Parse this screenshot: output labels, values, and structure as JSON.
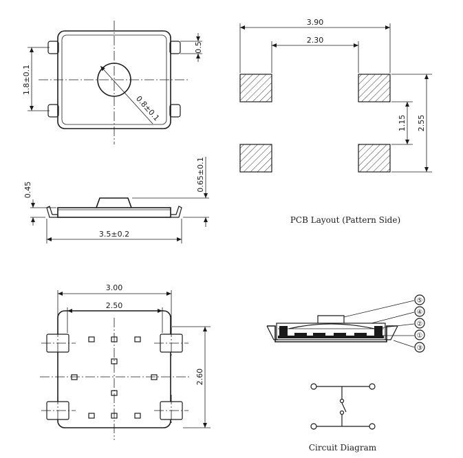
{
  "top_view": {
    "dim_height": "1.8±0.1",
    "dim_pin_width": "0.5",
    "dim_actuator": "0.8±0.1"
  },
  "side_view": {
    "dim_base_height": "0.45",
    "dim_total_height": "0.65±0.1",
    "dim_length": "3.5±0.2"
  },
  "pcb_layout": {
    "dim_outer_width": "3.90",
    "dim_inner_width": "2.30",
    "dim_pad_gap": "1.15",
    "dim_outer_height": "2.55",
    "caption": "PCB  Layout (Pattern  Side)"
  },
  "bottom_view": {
    "dim_outer_width": "3.00",
    "dim_inner_width": "2.50",
    "dim_height": "2.60"
  },
  "cross_section": {
    "callouts": [
      "⑤",
      "④",
      "②",
      "①",
      "③"
    ]
  },
  "circuit": {
    "caption": "Circuit  Diagram"
  }
}
